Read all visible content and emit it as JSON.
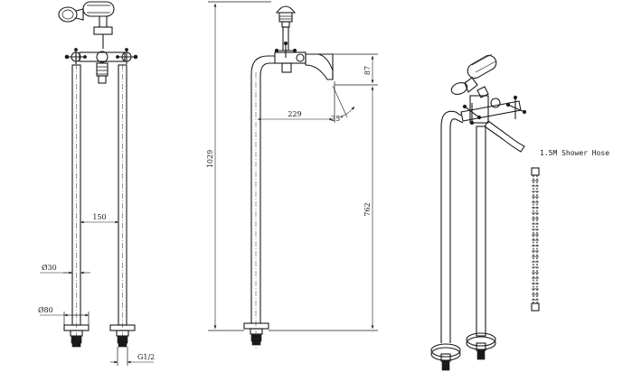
{
  "front_view": {
    "pipe_spacing": "150",
    "pipe_diameter": "Ø30",
    "base_diameter": "Ø80",
    "thread": "G1/2"
  },
  "side_view": {
    "total_height": "1029",
    "outlet_height": "762",
    "spout_drop": "87",
    "spout_reach": "229",
    "spout_angle": "25°"
  },
  "accessory": {
    "hose_label": "1.5M Shower Hose"
  }
}
